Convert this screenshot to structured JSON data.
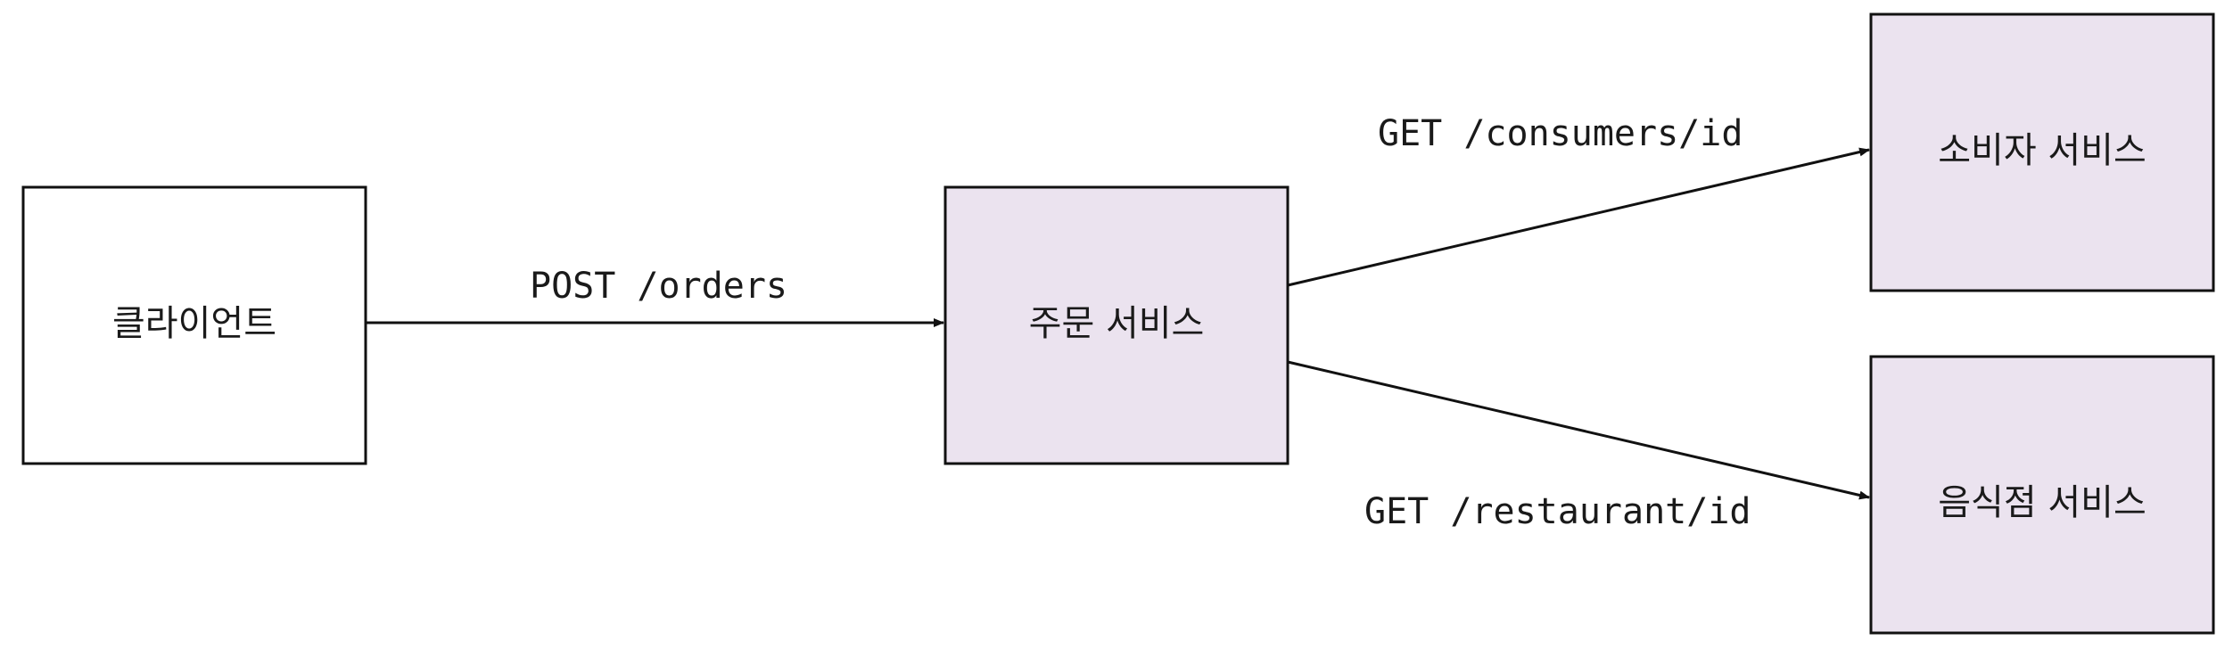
{
  "colors": {
    "client_fill": "#ffffff",
    "service_fill": "#ebe3ef",
    "stroke": "#111111"
  },
  "nodes": {
    "client": {
      "label": "클라이언트"
    },
    "order_service": {
      "label": "주문 서비스"
    },
    "consumer_service": {
      "label": "소비자 서비스"
    },
    "restaurant_service": {
      "label": "음식점 서비스"
    }
  },
  "edges": {
    "post_orders": {
      "label": "POST /orders"
    },
    "get_consumers": {
      "label": "GET /consumers/id"
    },
    "get_restaurant": {
      "label": "GET /restaurant/id"
    }
  }
}
